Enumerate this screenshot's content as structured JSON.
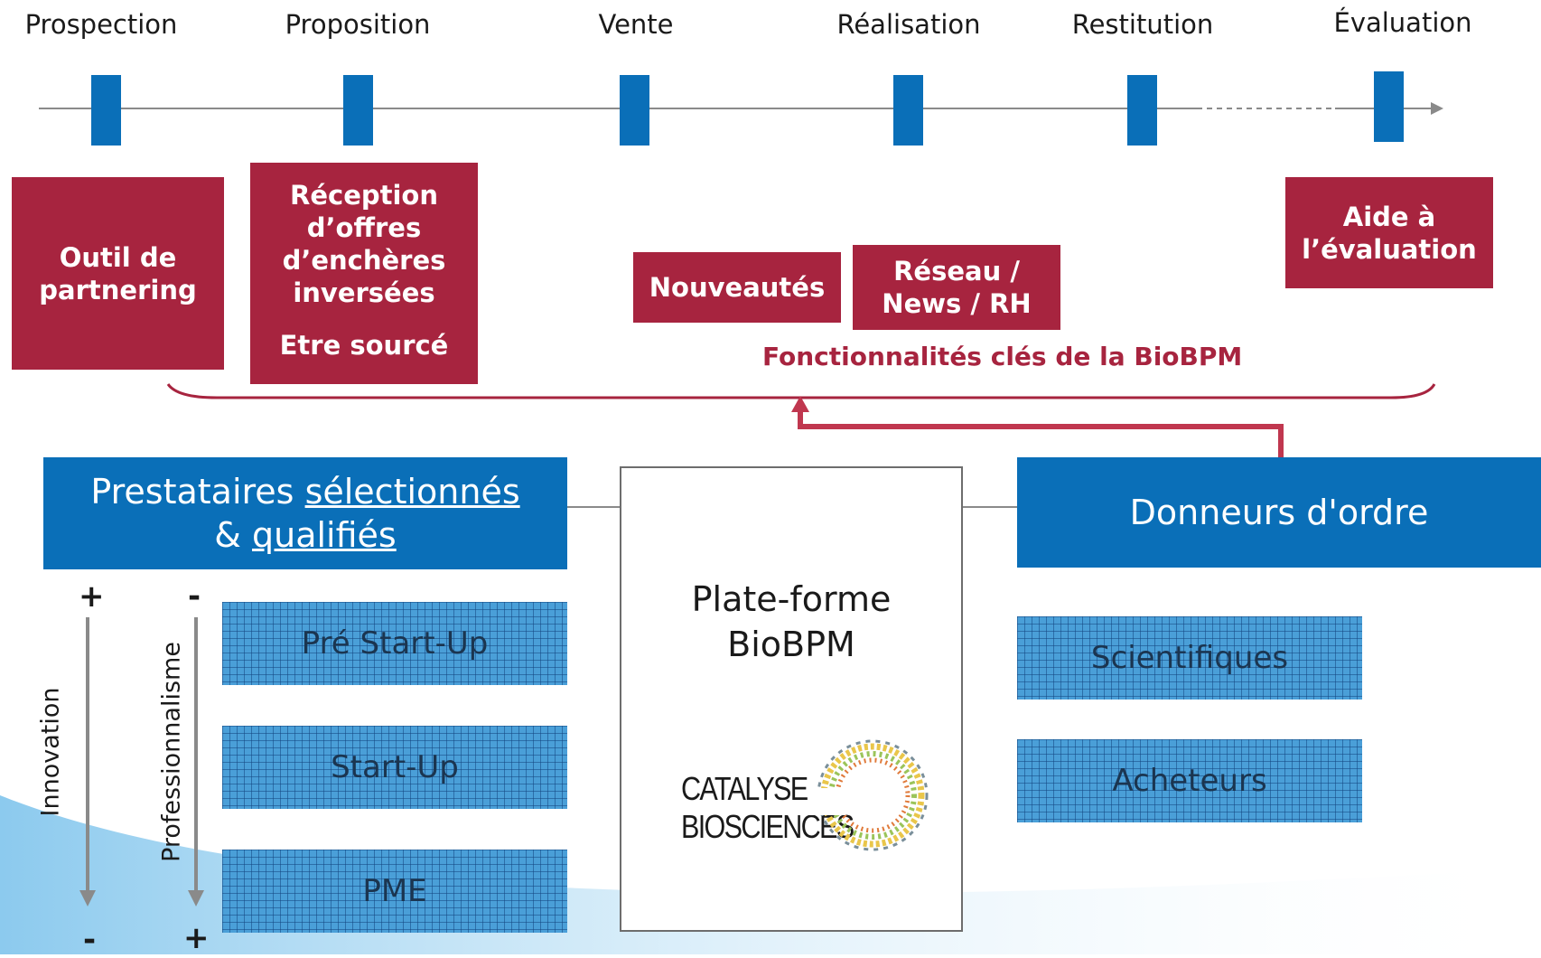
{
  "timeline": {
    "stages": [
      "Prospection",
      "Proposition",
      "Vente",
      "Réalisation",
      "Restitution",
      "Évaluation"
    ]
  },
  "features": {
    "outil": [
      "Outil de",
      "partnering"
    ],
    "reception": [
      "Réception",
      "d’offres",
      "d’enchères",
      "inversées"
    ],
    "sourced": "Etre sourcé",
    "nouveautes": "Nouveautés",
    "reseau": [
      "Réseau /",
      "News / RH"
    ],
    "aide": [
      "Aide à",
      "l’évaluation"
    ],
    "caption": "Fonctionnalités clés de la BioBPM"
  },
  "providers": {
    "title_prefix": "Prestataires ",
    "title_underlined_1": "sélectionnés",
    "title_line2_prefix": "& ",
    "title_underlined_2": "qualifiés",
    "items": [
      "Pré Start-Up",
      "Start-Up",
      "PME"
    ],
    "axis_innovation": "Innovation",
    "axis_professionnalisme": "Professionnalisme",
    "innovation_top": "+",
    "innovation_bottom": "-",
    "prof_top": "-",
    "prof_bottom": "+"
  },
  "platform": {
    "title_line1": "Plate-forme",
    "title_line2": "BioBPM",
    "logo_line1": "CATALYSE",
    "logo_line2": "BIOSCIENCES"
  },
  "clients": {
    "title": "Donneurs d'ordre",
    "items": [
      "Scientifiques",
      "Acheteurs"
    ]
  },
  "colors": {
    "brand_blue": "#0a6fb8",
    "brand_red": "#a7243f",
    "grid_blue": "#4a9fd8"
  }
}
